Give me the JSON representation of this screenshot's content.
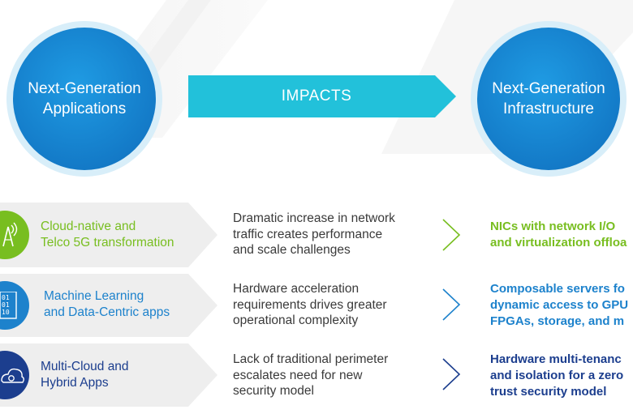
{
  "colors": {
    "circle_blue": "#1A8FD8",
    "circle_blue_dark": "#0F6DB8",
    "impacts_teal": "#22C1DA",
    "green": "#78BE20",
    "blue": "#1D82CC",
    "navy": "#1C3E8E",
    "row_bg": "#EEEEEE",
    "desc_text": "#3A3A3A"
  },
  "left_circle": {
    "line1": "Next-Generation",
    "line2": "Applications"
  },
  "right_circle": {
    "line1": "Next-Generation",
    "line2": "Infrastructure"
  },
  "impacts_label": "IMPACTS",
  "rows": [
    {
      "icon": "5g-tower-icon",
      "label_line1": "Cloud-native and",
      "label_line2": "Telco 5G transformation",
      "desc_line1": "Dramatic increase in network",
      "desc_line2": "traffic creates performance",
      "desc_line3": "and scale challenges",
      "result_line1": "NICs with network I/O",
      "result_line2": "and virtualization offloa",
      "result_line3": ""
    },
    {
      "icon": "binary-data-icon",
      "label_line1": "Machine Learning",
      "label_line2": "and Data-Centric apps",
      "desc_line1": "Hardware acceleration",
      "desc_line2": "requirements drives greater",
      "desc_line3": "operational complexity",
      "result_line1": "Composable servers fo",
      "result_line2": "dynamic access to GPU",
      "result_line3": "FPGAs, storage, and m"
    },
    {
      "icon": "cloud-gear-icon",
      "label_line1": "Multi-Cloud and",
      "label_line2": "Hybrid Apps",
      "desc_line1": "Lack of traditional perimeter",
      "desc_line2": "escalates need for new",
      "desc_line3": "security model",
      "result_line1": "Hardware multi-tenanc",
      "result_line2": "and isolation for a zero",
      "result_line3": "trust security model"
    }
  ]
}
